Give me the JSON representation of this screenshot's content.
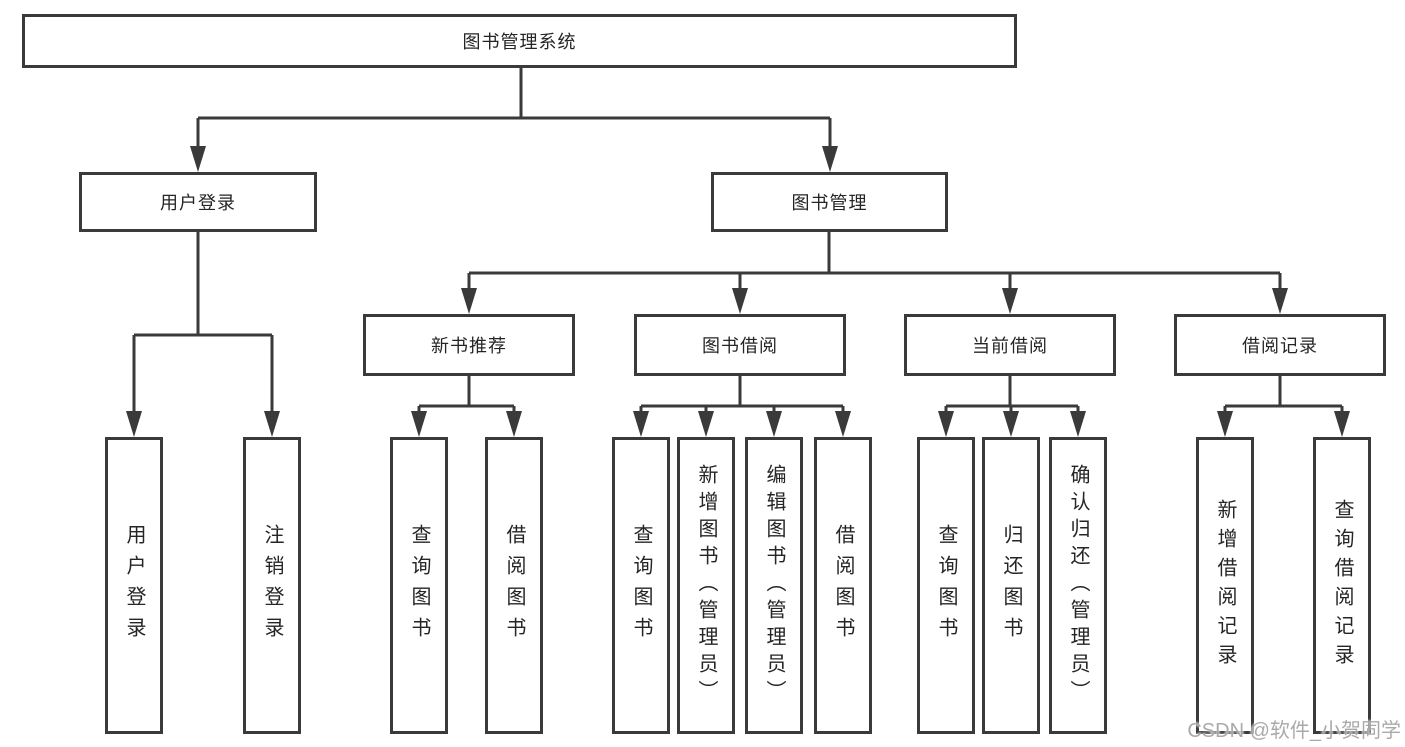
{
  "watermark": "CSDN @软件_小贺同学",
  "diagram": {
    "root": {
      "label": "图书管理系统"
    },
    "level2": [
      {
        "label": "用户登录",
        "leaves": [
          "用户登录",
          "注销登录"
        ]
      },
      {
        "label": "图书管理",
        "groups": [
          {
            "label": "新书推荐",
            "leaves": [
              "查询图书",
              "借阅图书"
            ]
          },
          {
            "label": "图书借阅",
            "leaves": [
              "查询图书",
              "新增图书（管理员）",
              "编辑图书（管理员）",
              "借阅图书"
            ]
          },
          {
            "label": "当前借阅",
            "leaves": [
              "查询图书",
              "归还图书",
              "确认归还（管理员）"
            ]
          },
          {
            "label": "借阅记录",
            "leaves": [
              "新增借阅记录",
              "查询借阅记录"
            ]
          }
        ]
      }
    ]
  }
}
